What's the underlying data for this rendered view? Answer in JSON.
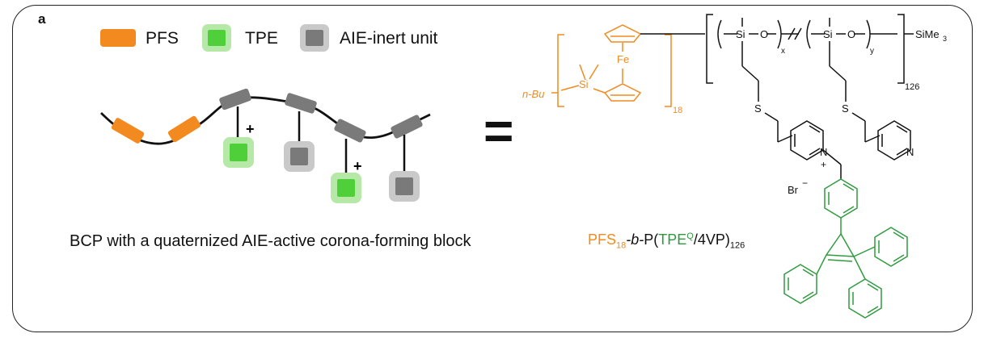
{
  "panel_label": "a",
  "legend": {
    "pfs": "PFS",
    "tpe": "TPE",
    "inert": "AIE-inert unit"
  },
  "caption": "BCP with a quaternized AIE-active corona-forming block",
  "equals": "=",
  "chem": {
    "n_bu": "n-Bu",
    "si": "Si",
    "fe": "Fe",
    "o": "O",
    "sime3": "SiMe",
    "sime3_sub": "3",
    "s": "S",
    "n": "N",
    "br": "Br",
    "minus": "−",
    "plus": "+",
    "sub_18": "18",
    "sub_x": "x",
    "sub_y": "y",
    "sub_126": "126",
    "slash": "/"
  },
  "polymer_name": {
    "pfs": "PFS",
    "pfs_sub": "18",
    "b": "-b-",
    "p_open": "P(",
    "tpe": "TPE",
    "tpe_sup": "Q",
    "rest": "/4VP)",
    "sub": "126"
  },
  "colors": {
    "pfs": "#F28A1F",
    "tpe": "#4FD03A",
    "tpe_halo": "#B6E8A8",
    "inert": "#7A7A7A",
    "inert_halo": "#C9C9C9",
    "tpe_structure": "#2E9A3E"
  }
}
